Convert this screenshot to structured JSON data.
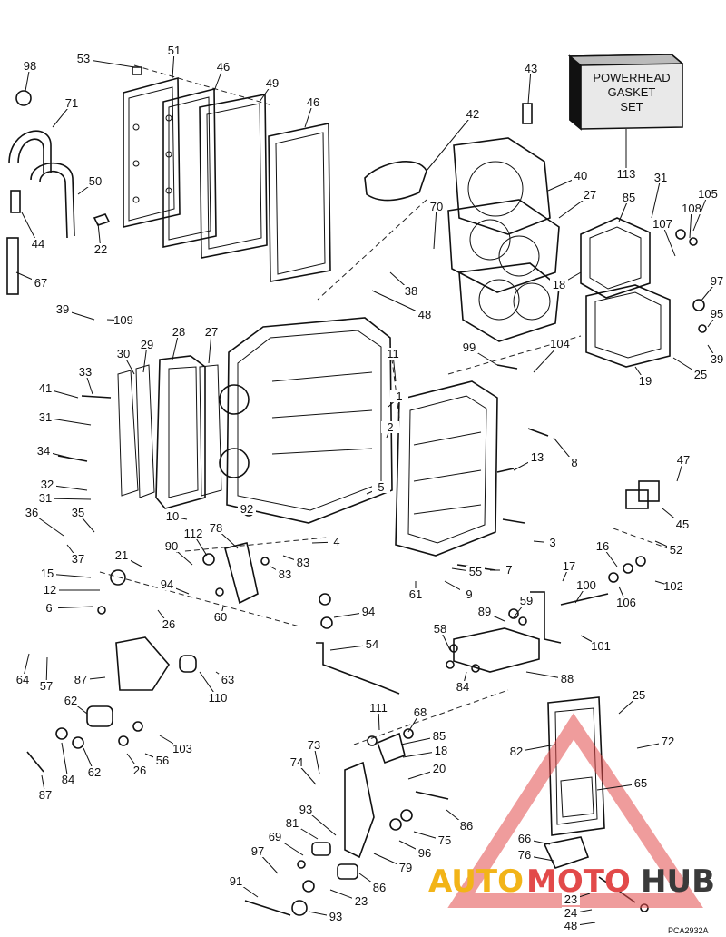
{
  "diagram": {
    "gasket_set_title": [
      "POWERHEAD",
      "GASKET",
      "SET"
    ],
    "figure_code": "PCA2932A",
    "watermark": {
      "auto": "AUTO",
      "moto": "MOTO",
      "hub": "HUB",
      "color_auto": "#f2b418",
      "color_moto": "#e24a4a",
      "color_hub": "#3a3a3a"
    },
    "callouts": [
      "53",
      "51",
      "46",
      "49",
      "46",
      "98",
      "71",
      "50",
      "44",
      "22",
      "67",
      "42",
      "43",
      "113",
      "40",
      "27",
      "31",
      "105",
      "85",
      "107",
      "108",
      "70",
      "18",
      "97",
      "95",
      "38",
      "39",
      "48",
      "39",
      "109",
      "30",
      "29",
      "28",
      "27",
      "25",
      "19",
      "11",
      "99",
      "104",
      "33",
      "41",
      "31",
      "1",
      "2",
      "34",
      "13",
      "8",
      "32",
      "31",
      "5",
      "47",
      "36",
      "35",
      "10",
      "92",
      "37",
      "78",
      "45",
      "112",
      "4",
      "3",
      "52",
      "21",
      "90",
      "83",
      "7",
      "16",
      "55",
      "106",
      "102",
      "15",
      "12",
      "94",
      "83",
      "6",
      "9",
      "61",
      "17",
      "100",
      "94",
      "60",
      "59",
      "89",
      "26",
      "58",
      "101",
      "54",
      "64",
      "57",
      "87",
      "63",
      "62",
      "88",
      "84",
      "110",
      "111",
      "68",
      "85",
      "25",
      "72",
      "73",
      "18",
      "82",
      "103",
      "87",
      "84",
      "62",
      "26",
      "56",
      "74",
      "20",
      "65",
      "81",
      "93",
      "75",
      "66",
      "86",
      "69",
      "96",
      "97",
      "76",
      "79",
      "91",
      "86",
      "23",
      "24",
      "93",
      "48",
      "23"
    ]
  }
}
